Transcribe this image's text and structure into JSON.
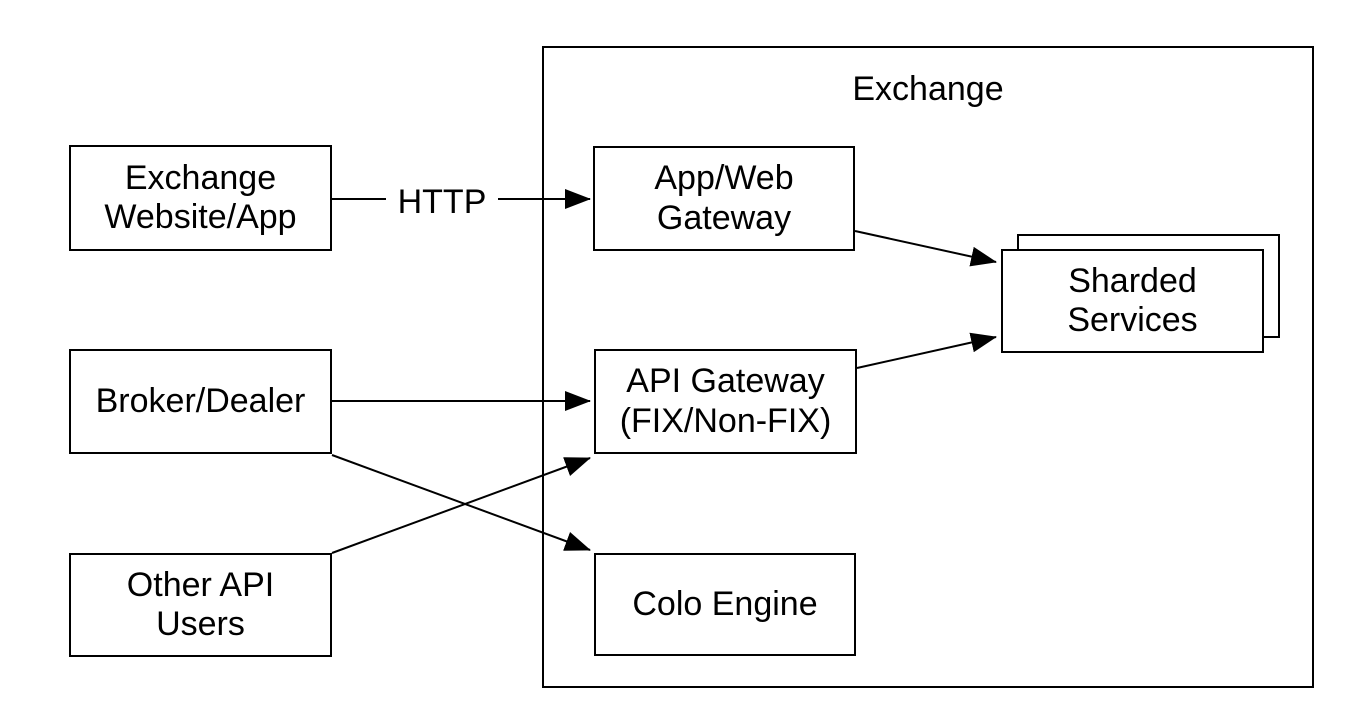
{
  "diagram": {
    "type": "architecture-diagram",
    "background_color": "#ffffff",
    "stroke_color": "#000000",
    "text_color": "#000000",
    "container_label": "Exchange",
    "nodes": {
      "exchange_website_app": {
        "line1": "Exchange",
        "line2": "Website/App"
      },
      "broker_dealer": {
        "label": "Broker/Dealer"
      },
      "other_api_users": {
        "line1": "Other API",
        "line2": "Users"
      },
      "app_web_gateway": {
        "line1": "App/Web",
        "line2": "Gateway"
      },
      "api_gateway": {
        "line1": "API Gateway",
        "line2": "(FIX/Non-FIX)"
      },
      "colo_engine": {
        "label": "Colo Engine"
      },
      "sharded_services": {
        "line1": "Sharded",
        "line2": "Services",
        "stacked": true
      }
    },
    "edges": [
      {
        "from": "Exchange Website/App",
        "to": "App/Web Gateway",
        "label": "HTTP"
      },
      {
        "from": "App/Web Gateway",
        "to": "Sharded Services",
        "label": ""
      },
      {
        "from": "API Gateway (FIX/Non-FIX)",
        "to": "Sharded Services",
        "label": ""
      },
      {
        "from": "Broker/Dealer",
        "to": "API Gateway (FIX/Non-FIX)",
        "label": ""
      },
      {
        "from": "Broker/Dealer",
        "to": "Colo Engine",
        "label": ""
      },
      {
        "from": "Other API Users",
        "to": "API Gateway (FIX/Non-FIX)",
        "label": ""
      }
    ]
  }
}
